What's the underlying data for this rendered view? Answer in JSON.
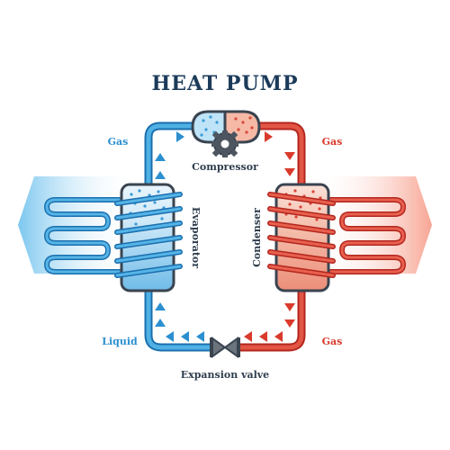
{
  "title": "HEAT PUMP",
  "labels": {
    "compressor": "Compressor",
    "evaporator": "Evaporator",
    "condenser": "Condenser",
    "expansion_valve": "Expansion valve",
    "gas_left": "Gas",
    "gas_right_top": "Gas",
    "gas_right_bottom": "Gas",
    "liquid": "Liquid"
  },
  "colors": {
    "title": "#1c3b5a",
    "cold": "#3aa0dc",
    "cold_dark": "#1a6fae",
    "hot": "#d93a2b",
    "hot_dark": "#b3261e",
    "outline": "#3a4450",
    "gray": "#5c6670"
  },
  "icons": [
    "gear-icon",
    "flow-arrow-icon",
    "expansion-valve-icon"
  ]
}
